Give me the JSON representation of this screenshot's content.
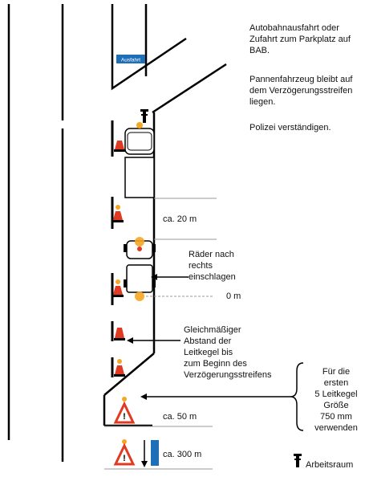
{
  "exit_sign": {
    "label": "Ausfahrt"
  },
  "notes": {
    "exit_description": "Autobahnausfahrt oder\nZufahrt zum Parkplatz auf\nBAB.",
    "vehicle_position": "Pannenfahrzeug bleibt auf\ndem Verzögerungsstreifen\nliegen.",
    "police": "Polizei verständigen."
  },
  "measures": {
    "ca_20": "ca. 20 m",
    "zero": "0 m",
    "ca_50": "ca. 50 m",
    "ca_300": "ca. 300 m"
  },
  "wheels_note": "Räder nach\nrechts\neinschlagen",
  "spacing_note": "Gleichmäßiger\nAbstand der\nLeitkegel bis\nzum Beginn des\nVerzögerungsstreifens",
  "cone_note": "Für die\nersten\n5 Leitkegel\nGröße\n750 mm\nverwenden",
  "legend": {
    "work_area_label": "Arbeitsraum"
  },
  "colors": {
    "cone_red": "#e03a22",
    "warning_light": "#f5a623",
    "sign_blue": "#1f6fb8",
    "line": "#000000"
  }
}
